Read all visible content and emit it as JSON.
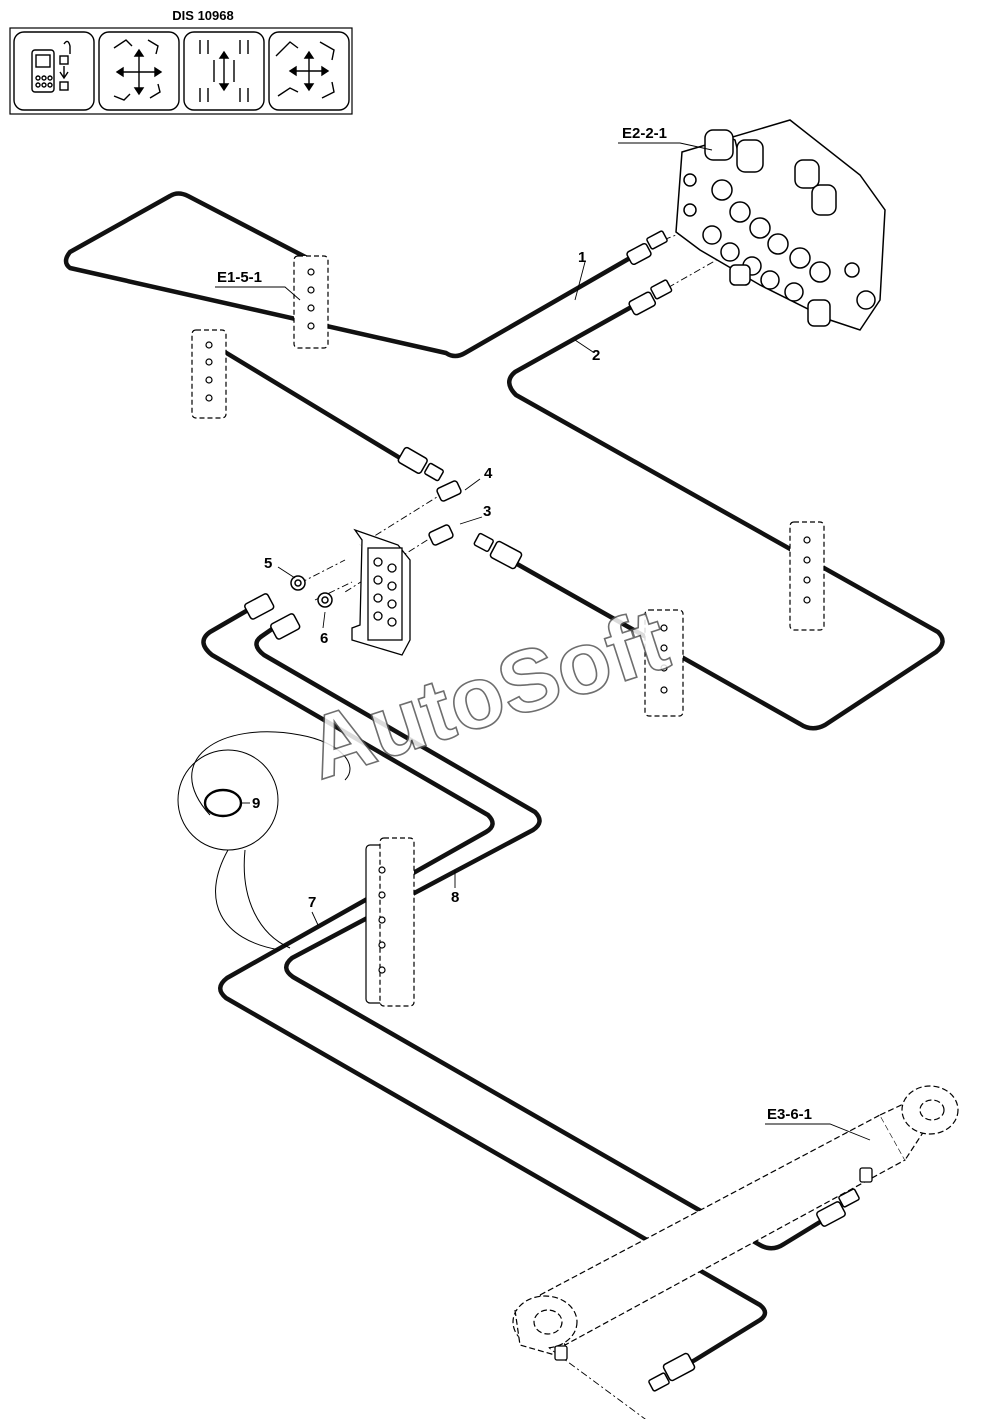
{
  "header": {
    "doc_code": "DIS 10968",
    "icons": [
      "remote-control-icon",
      "excavator-arm-controls-icon",
      "valve-arrows-icon",
      "boom-movements-icon"
    ]
  },
  "labels": {
    "valve_block": "E2-2-1",
    "clamp_top": "E1-5-1",
    "cylinder": "E3-6-1",
    "p1": "1",
    "p2": "2",
    "p3": "3",
    "p4": "4",
    "p5": "5",
    "p6": "6",
    "p7": "7",
    "p8": "8",
    "p9": "9"
  },
  "watermark": "AutoSoft",
  "colors": {
    "line": "#000000",
    "pipe": "#111111",
    "watermark_stroke": "#555555"
  }
}
